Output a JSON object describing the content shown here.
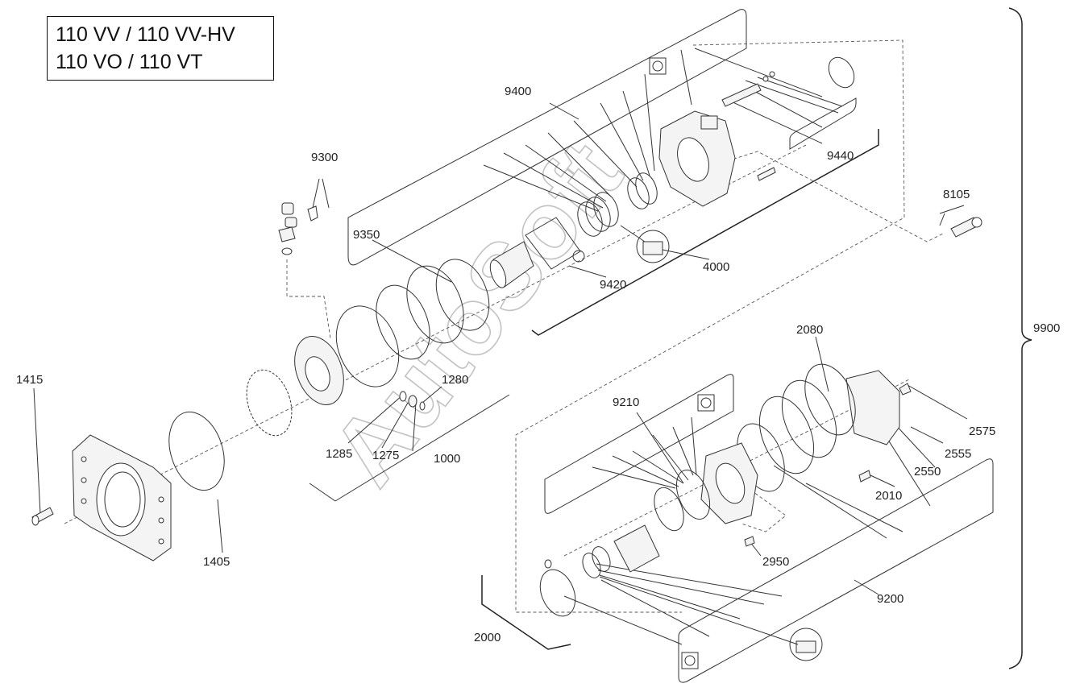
{
  "title": {
    "line1": "110 VV / 110 VV-HV",
    "line2": "110 VO / 110 VT"
  },
  "watermark": "AutoSoft",
  "labels": {
    "l9400": "9400",
    "l9300": "9300",
    "l9350": "9350",
    "l9420": "9420",
    "l4000": "4000",
    "l9440": "9440",
    "l8105": "8105",
    "l9900": "9900",
    "l1415": "1415",
    "l1405": "1405",
    "l1285": "1285",
    "l1275": "1275",
    "l1000": "1000",
    "l1280": "1280",
    "l9210": "9210",
    "l2080": "2080",
    "l2575": "2575",
    "l2555": "2555",
    "l2550": "2550",
    "l2010": "2010",
    "l2950": "2950",
    "l9200": "9200",
    "l2000": "2000"
  },
  "colors": {
    "line": "#333333",
    "watermark": "#9a9a9a",
    "background": "#ffffff"
  }
}
